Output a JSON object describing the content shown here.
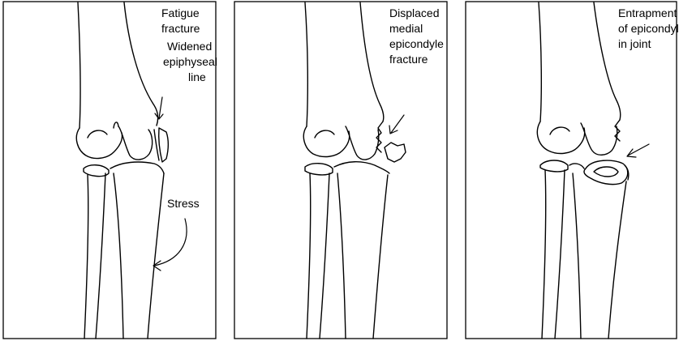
{
  "panels": [
    {
      "label_main": [
        "Fatigue",
        "fracture"
      ],
      "label_secondary": [
        "Widened",
        "epiphyseal",
        "line"
      ],
      "label_tertiary": [
        "Stress"
      ]
    },
    {
      "label_main": [
        "Displaced",
        "medial",
        "epicondyle",
        "fracture"
      ]
    },
    {
      "label_main": [
        "Entrapment",
        "of epicondyle",
        "in joint"
      ]
    }
  ]
}
